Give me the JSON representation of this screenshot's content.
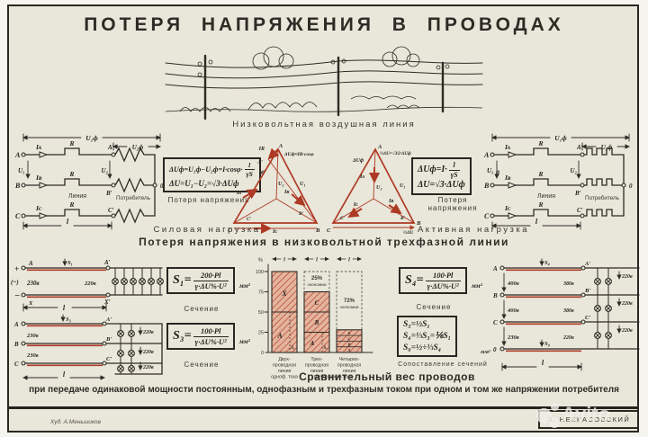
{
  "title": "ПОТЕРЯ НАПРЯЖЕНИЯ В ПРОВОДАХ",
  "art_caption": "Низковольтная воздушная линия",
  "circuit": {
    "u1f": "U₁ф",
    "u2f": "U₂ф",
    "a": "A",
    "b": "B",
    "c": "C",
    "a2": "A′",
    "b2": "B′",
    "c2": "C′",
    "ia": "Iᴀ",
    "ib": "Iʙ",
    "ic": "Iᴄ",
    "r": "R",
    "u1": "U₁",
    "u2": "U₂",
    "line": "Линия",
    "consumer": "Потребитель",
    "len": "l",
    "zero": "0"
  },
  "loss_power": {
    "l1": "ΔUф=U₁ф−U₂ф=I·cosφ·",
    "num": "l",
    "den": "γS",
    "l2": "ΔU=U₁−U₂=√3·ΔUф",
    "unit": "в",
    "caption": "Потеря напряжения"
  },
  "loss_active": {
    "l1": "ΔUф=I·",
    "num": "l",
    "den": "γS",
    "l2": "ΔU=√3·ΔUф",
    "unit": "в",
    "caption": "Потеря напряжения"
  },
  "tri_power": {
    "caption": "Силовая нагрузка",
    "a": "A",
    "a2": "A′",
    "ir": "IR",
    "du": "ΔUф≈IR·cosφ",
    "u1": "U₁",
    "u2": "U₂",
    "ia": "Iᴀ",
    "ib": "Iʙ",
    "ic": "Iᴄ",
    "b": "B",
    "b2": "B′",
    "c": "C",
    "c2": "C′"
  },
  "tri_active": {
    "caption": "Активная нагрузка",
    "a": "A",
    "du": "ΔUф",
    "half": "½ΔU=√3∕2·ΔUф",
    "u1": "U₁",
    "u2": "U₂",
    "ia": "Iᴀ",
    "ib": "Iʙ",
    "ic": "Iᴄ",
    "b": "B",
    "b2": "B′",
    "c": "C",
    "c2": "C′",
    "halfdu": "½ΔU"
  },
  "mid_caption": "Потеря напряжения в низковольтной трехфазной линии",
  "dc2": {
    "plus": "+",
    "src": "(~)",
    "minus": "−",
    "a": "A",
    "x": "X",
    "a2": "A′",
    "x2": "X′",
    "vin": "230в",
    "vout": "220в",
    "s": "S₁",
    "len": "l"
  },
  "dc3": {
    "a": "A",
    "b": "B",
    "c": "C",
    "a2": "A′",
    "b2": "B′",
    "c2": "C′",
    "v1": "230в",
    "v2": "230в",
    "s": "S₃",
    "vl": "220в",
    "len": "l"
  },
  "s1": {
    "lhs": "S₁=",
    "num": "200·Pl",
    "den": "γ·ΔU%·U²",
    "unit": "мм²",
    "caption": "Сечение"
  },
  "s3": {
    "lhs": "S₃=",
    "num": "100·Pl",
    "den": "γ·ΔU%·U²",
    "unit": "мм²",
    "caption": "Сечение"
  },
  "s4": {
    "lhs": "S₄=",
    "num": "100·Pl",
    "den": "γ·ΔU%·U²",
    "unit": "мм²",
    "caption": "Сечение"
  },
  "cmp": {
    "l1": "S₃=½S₁",
    "l2": "S₄=⅓S₃=⅙S₁",
    "l3": "S₀=½÷⅓S₄",
    "unit": "мм²",
    "caption": "Сопоставление сечений"
  },
  "four": {
    "a": "A",
    "b": "B",
    "c": "C",
    "n": "0",
    "a2": "A′",
    "b2": "B′",
    "c2": "C′",
    "s4": "S₄",
    "s0": "S₀",
    "vab": "400в",
    "vbc": "400в",
    "vc0": "230в",
    "vab2": "380в",
    "vbc2": "380в",
    "vc02": "220в",
    "vl": "220в",
    "len": "l"
  },
  "chart": {
    "type": "bar",
    "ylabel": "%",
    "yticks": [
      "100",
      "75",
      "50",
      "25",
      "0"
    ],
    "len": "l",
    "bars": [
      {
        "value": 100,
        "seg1": "X",
        "seg2": "A",
        "s": "S₁",
        "cap": [
          "Двух-",
          "проводная",
          "линия",
          "одноф. тока"
        ]
      },
      {
        "value": 75,
        "badge1": "25%",
        "badge2": "экономии",
        "seg1": "C",
        "seg2": "B",
        "seg3": "A",
        "s": "S₃",
        "cap": [
          "Трех-",
          "проводная",
          "линия"
        ]
      },
      {
        "value": 28,
        "badge1": "72%",
        "badge2": "экономии",
        "seg1": "0",
        "seg2": "C",
        "seg3": "B",
        "seg4": "A",
        "cap": [
          "Четырех-",
          "проводная",
          "линия"
        ]
      }
    ],
    "shared_cap": "трехфазного тока",
    "title": "Сравнительный вес проводов"
  },
  "note": "при передаче одинаковой мощности постоянным, однофазным и трехфазным током при одном и том же напряжении потребителя",
  "credit": "Худ. А.Меньшиков",
  "stamp": "Э. НЕКРАСОВСКИЙ",
  "watermark": "Avito",
  "colors": {
    "ink": "#2e2b26",
    "red": "#ad3a24",
    "paper": "#e9e6da"
  }
}
